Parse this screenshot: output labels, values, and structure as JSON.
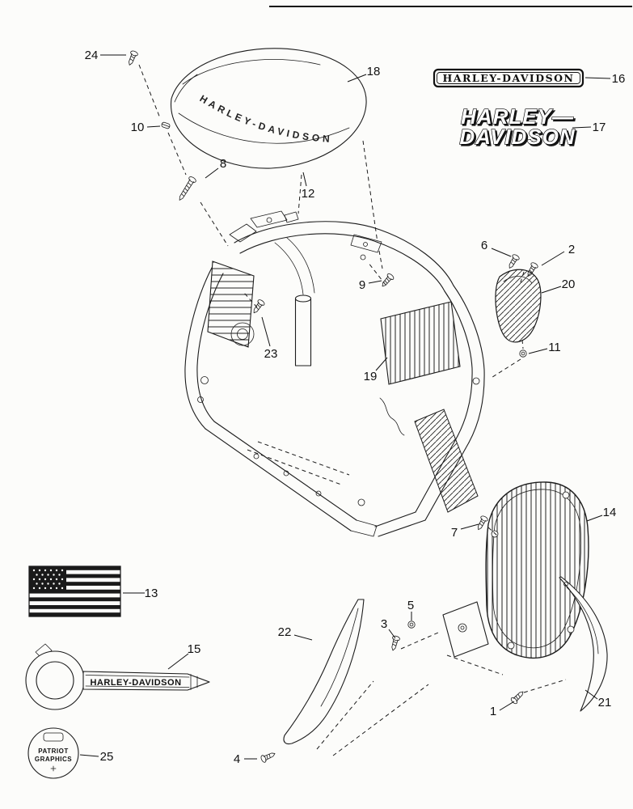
{
  "branding": {
    "nameplate": "HARLEY-DAVIDSON",
    "logo_line1": "HARLEY—",
    "logo_line2": "DAVIDSON",
    "cover_script": "HARLEY-DAVIDSON",
    "key_emblem": "HARLEY-DAVIDSON",
    "patriot_line1": "PATRIOT",
    "patriot_line2": "GRAPHICS"
  },
  "callouts": [
    {
      "num": "1"
    },
    {
      "num": "2"
    },
    {
      "num": "3"
    },
    {
      "num": "4"
    },
    {
      "num": "5"
    },
    {
      "num": "6"
    },
    {
      "num": "7"
    },
    {
      "num": "8"
    },
    {
      "num": "9"
    },
    {
      "num": "10"
    },
    {
      "num": "11"
    },
    {
      "num": "12"
    },
    {
      "num": "13"
    },
    {
      "num": "14"
    },
    {
      "num": "15"
    },
    {
      "num": "16"
    },
    {
      "num": "17"
    },
    {
      "num": "18"
    },
    {
      "num": "19"
    },
    {
      "num": "20"
    },
    {
      "num": "21"
    },
    {
      "num": "22"
    },
    {
      "num": "23"
    },
    {
      "num": "24"
    },
    {
      "num": "25"
    }
  ]
}
